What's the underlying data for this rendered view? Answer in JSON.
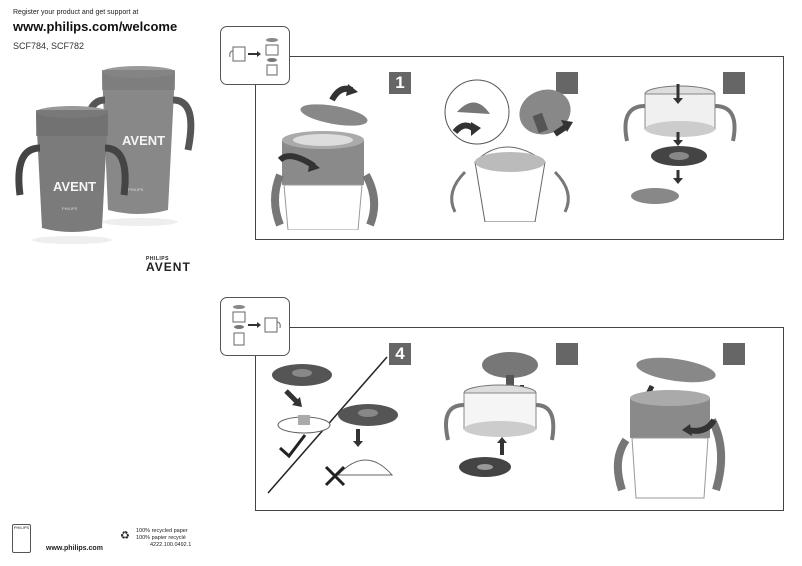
{
  "header": {
    "register_text": "Register your product and get support at",
    "url": "www.philips.com/welcome",
    "models": "SCF784, SCF782"
  },
  "product": {
    "cup_brand_large": "AVENT",
    "cup_brand_small": "AVENT",
    "cup_sub_small": "PHILIPS",
    "cup_sub_large": "PHILIPS"
  },
  "brand": {
    "philips": "PHILIPS",
    "avent": "AVENT"
  },
  "steps": {
    "top": [
      "1",
      "",
      ""
    ],
    "bottom": [
      "4",
      "",
      ""
    ]
  },
  "footer": {
    "url": "www.philips.com",
    "recycled_en": "100% recycled paper",
    "recycled_fr": "100% papier recyclé",
    "doc_number": "4222.100.0492.1",
    "philips_logo_text": "PHILIPS"
  },
  "colors": {
    "step_box": "#666666",
    "cup_gray": "#777777",
    "panel_border": "#444444"
  }
}
